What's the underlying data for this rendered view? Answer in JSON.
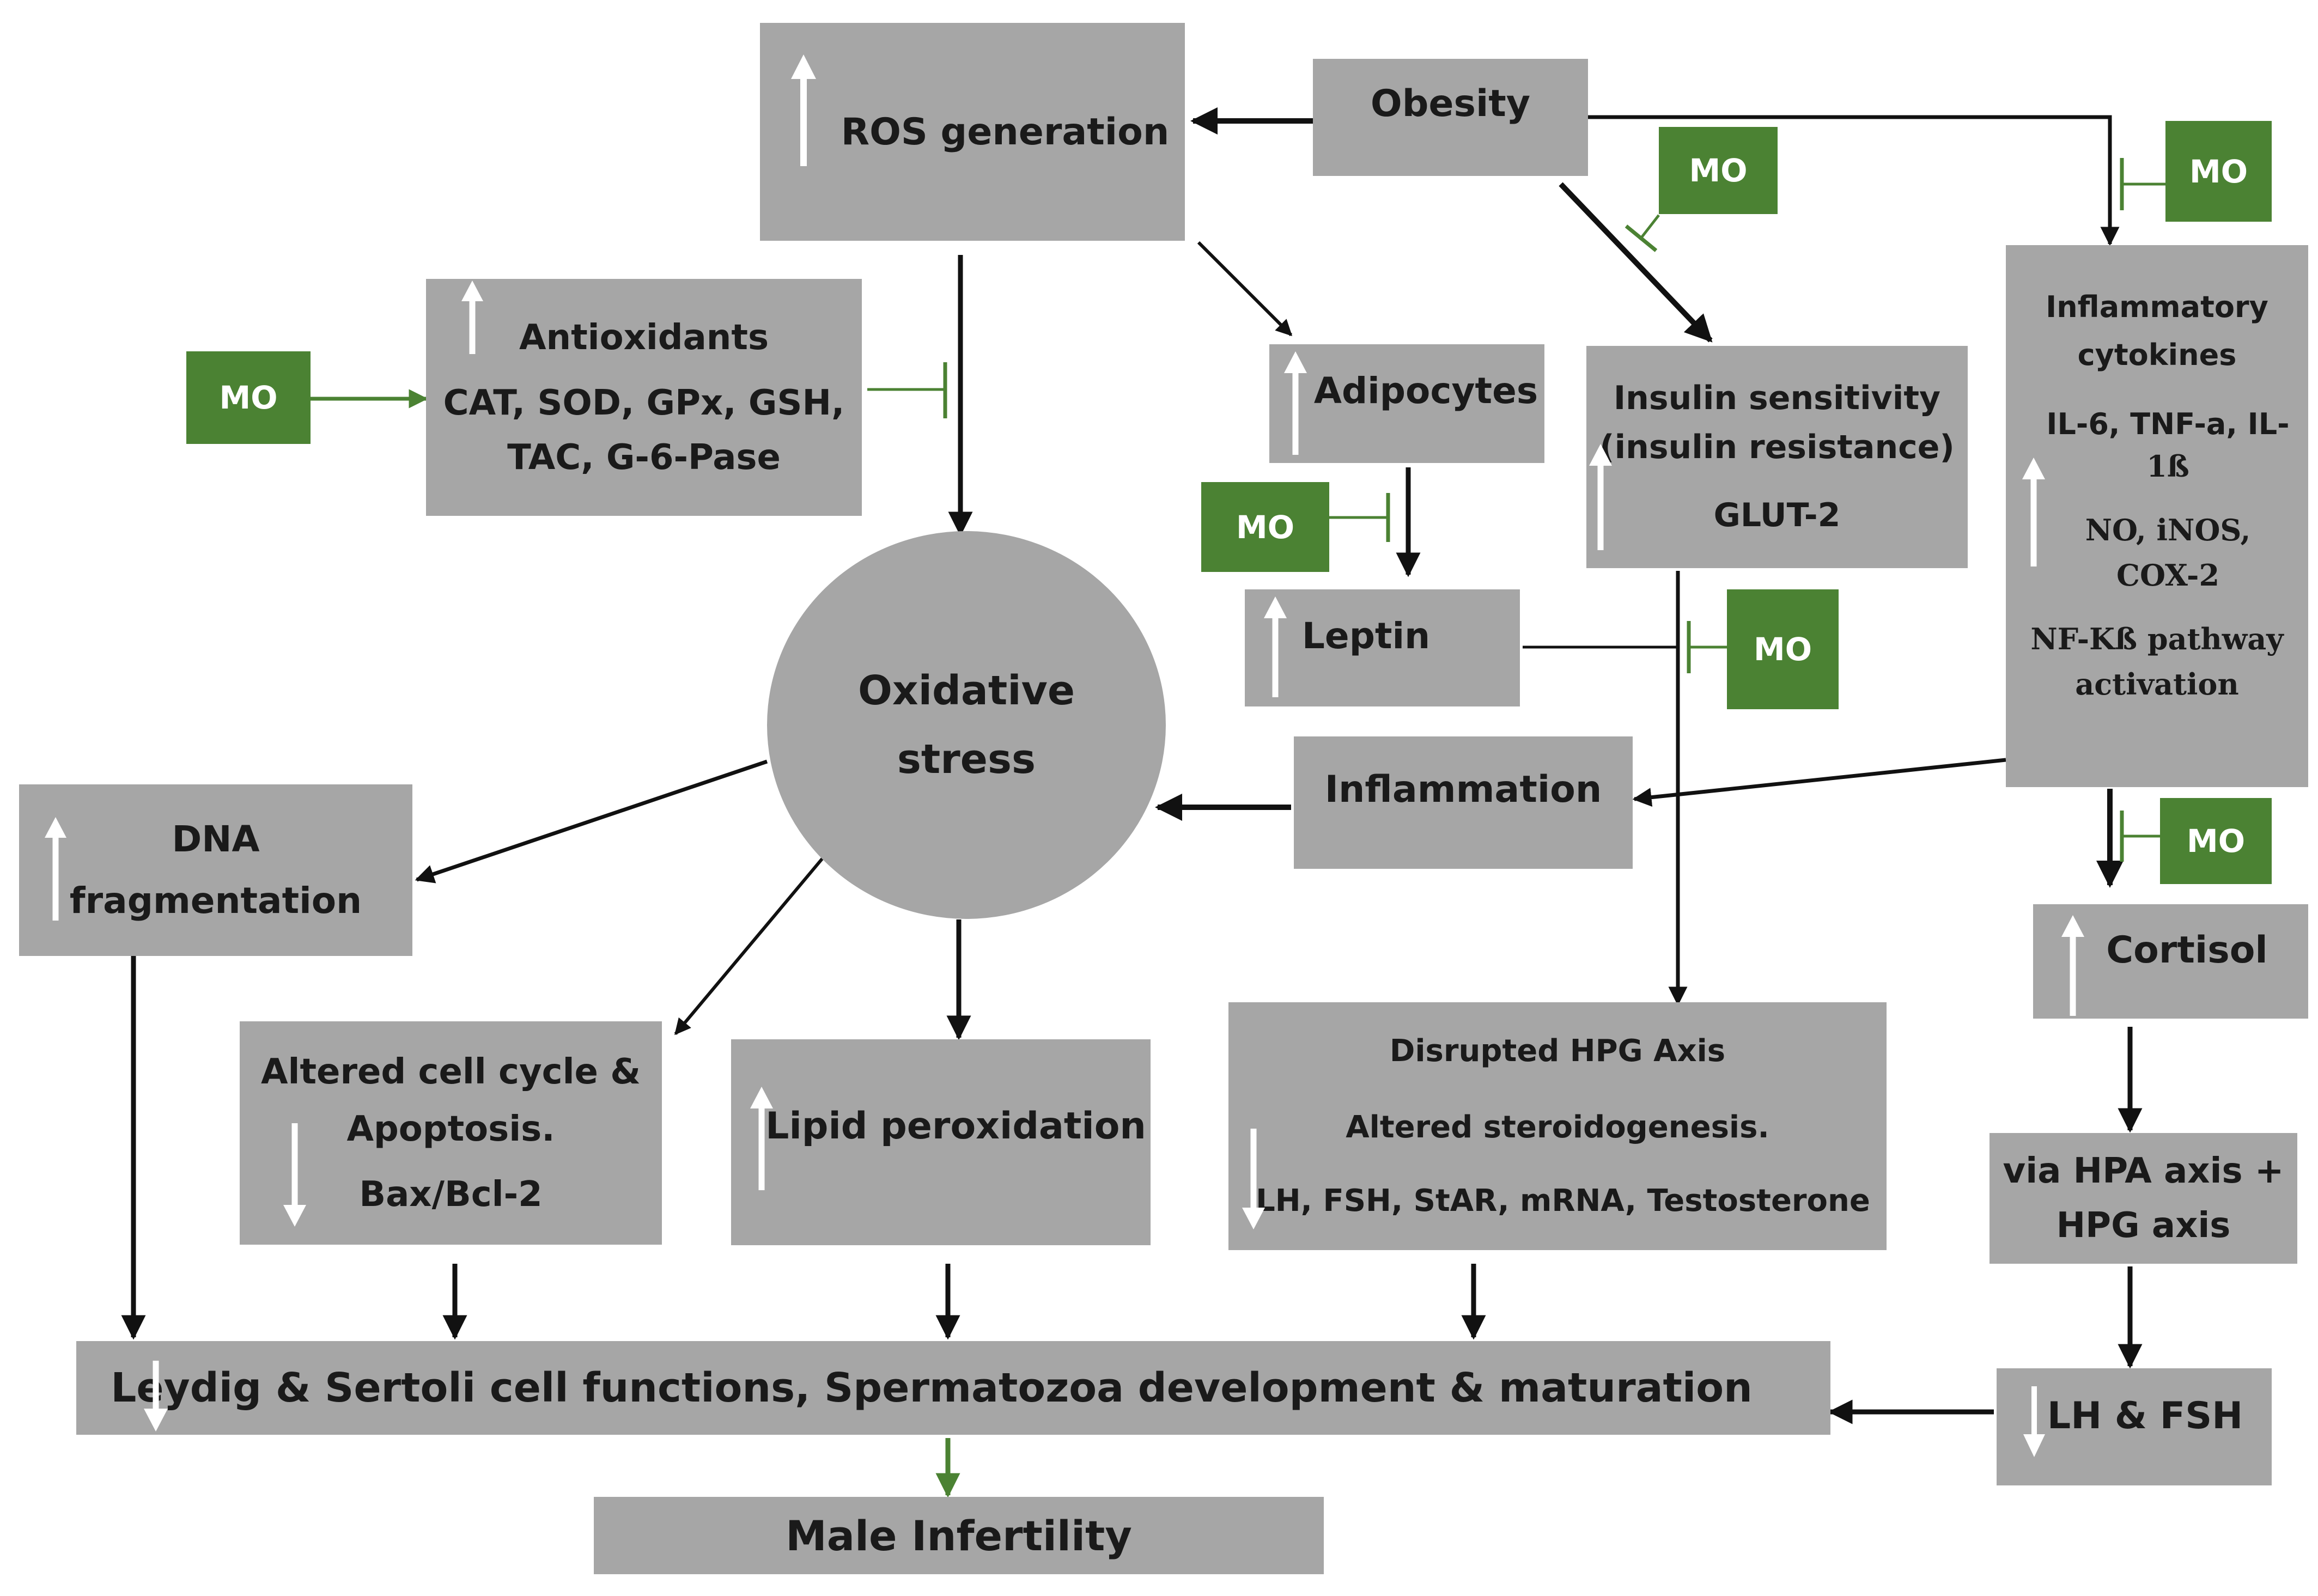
{
  "colors": {
    "box": "#a6a6a6",
    "mo": "#4b8233",
    "arrow": "#111111",
    "inhibit": "#4b8233",
    "updown_arrow": "#ffffff"
  },
  "mo_label": "MO",
  "ros": {
    "text": "ROS generation",
    "indicator": "up-arrow-icon"
  },
  "obesity": {
    "text": "Obesity"
  },
  "antioxidants": {
    "title": "Antioxidants",
    "line2": "CAT, SOD, GPx, GSH,",
    "line3": "TAC, G-6-Pase",
    "indicator": "up-arrow-icon"
  },
  "adipocytes": {
    "text": "Adipocytes",
    "indicator": "up-arrow-icon"
  },
  "insulin": {
    "line1": "Insulin sensitivity",
    "line2": "(insulin resistance)",
    "line3": "GLUT-2",
    "indicator": "up-arrow-icon"
  },
  "cytokines": {
    "line1": "Inflammatory",
    "line2": "cytokines",
    "line3": "IL-6, TNF-a, IL-",
    "line4": "1ß",
    "line5": "NO, iNOS,",
    "line6": "COX-2",
    "line7": "NF-Kß pathway",
    "line8": "activation",
    "indicator": "up-arrow-icon"
  },
  "leptin": {
    "text": "Leptin",
    "indicator": "up-arrow-icon"
  },
  "oxidative": {
    "line1": "Oxidative",
    "line2": "stress"
  },
  "inflammation": {
    "text": "Inflammation"
  },
  "dna": {
    "line1": "DNA",
    "line2": "fragmentation",
    "indicator": "up-arrow-icon"
  },
  "cortisol": {
    "text": "Cortisol",
    "indicator": "up-arrow-icon"
  },
  "cellcycle": {
    "line1": "Altered cell cycle &",
    "line2": "Apoptosis.",
    "line3": "Bax/Bcl-2",
    "indicator": "down-arrow-icon"
  },
  "lipid": {
    "text": "Lipid peroxidation",
    "indicator": "up-arrow-icon"
  },
  "hpg": {
    "line1": "Disrupted HPG Axis",
    "line2": "Altered steroidogenesis.",
    "line3": "LH, FSH, StAR, mRNA, Testosterone",
    "indicator": "down-arrow-icon"
  },
  "hpa": {
    "line1": "via HPA axis +",
    "line2": "HPG axis"
  },
  "leydig": {
    "text": "Leydig & Sertoli cell functions, Spermatozoa development & maturation",
    "indicator": "down-arrow-icon"
  },
  "lhfsh": {
    "text": "LH & FSH",
    "indicator": "down-arrow-icon"
  },
  "male": {
    "text": "Male Infertility"
  }
}
